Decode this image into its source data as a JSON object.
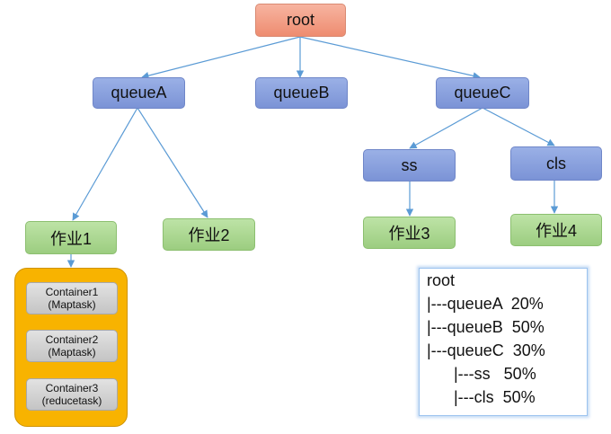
{
  "tree": {
    "root": "root",
    "queues": [
      "queueA",
      "queueB",
      "queueC"
    ],
    "subqueues": [
      "ss",
      "cls"
    ],
    "jobs": [
      "作业1",
      "作业2",
      "作业3",
      "作业4"
    ]
  },
  "containers": [
    {
      "name": "Container1",
      "task": "(Maptask)"
    },
    {
      "name": "Container2",
      "task": "(Maptask)"
    },
    {
      "name": "Container3",
      "task": "(reducetask)"
    }
  ],
  "legend": [
    "root",
    "|---queueA  20%",
    "|---queueB  50%",
    "|---queueC  30%",
    "      |---ss   50%",
    "      |---cls  50%"
  ],
  "colors": {
    "root": "#ee8c70",
    "queue": "#7b93d6",
    "job": "#9ccd80",
    "container_group": "#f8b300",
    "container": "#c4c4c4",
    "connector": "#5b9bd5"
  }
}
